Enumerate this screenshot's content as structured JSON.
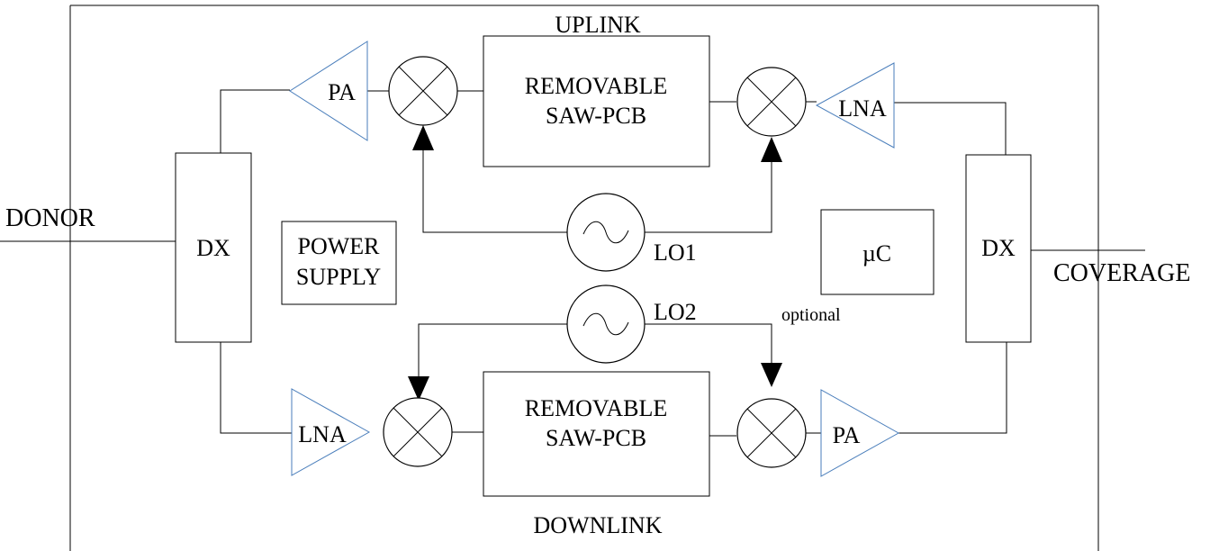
{
  "labels": {
    "uplink": "UPLINK",
    "downlink": "DOWNLINK",
    "donor": "DONOR",
    "coverage": "COVERAGE",
    "dx_left": "DX",
    "dx_right": "DX",
    "power_supply_line1": "POWER",
    "power_supply_line2": "SUPPLY",
    "microcontroller": "µC",
    "optional": "optional",
    "saw_uplink_line1": "REMOVABLE",
    "saw_uplink_line2": "SAW-PCB",
    "saw_downlink_line1": "REMOVABLE",
    "saw_downlink_line2": "SAW-PCB",
    "pa_uplink": "PA",
    "lna_uplink": "LNA",
    "lna_downlink": "LNA",
    "pa_downlink": "PA",
    "lo1": "LO1",
    "lo2": "LO2"
  },
  "colors": {
    "line": "#000000",
    "amplifier_outline": "#4a7ebb",
    "background": "#ffffff"
  }
}
